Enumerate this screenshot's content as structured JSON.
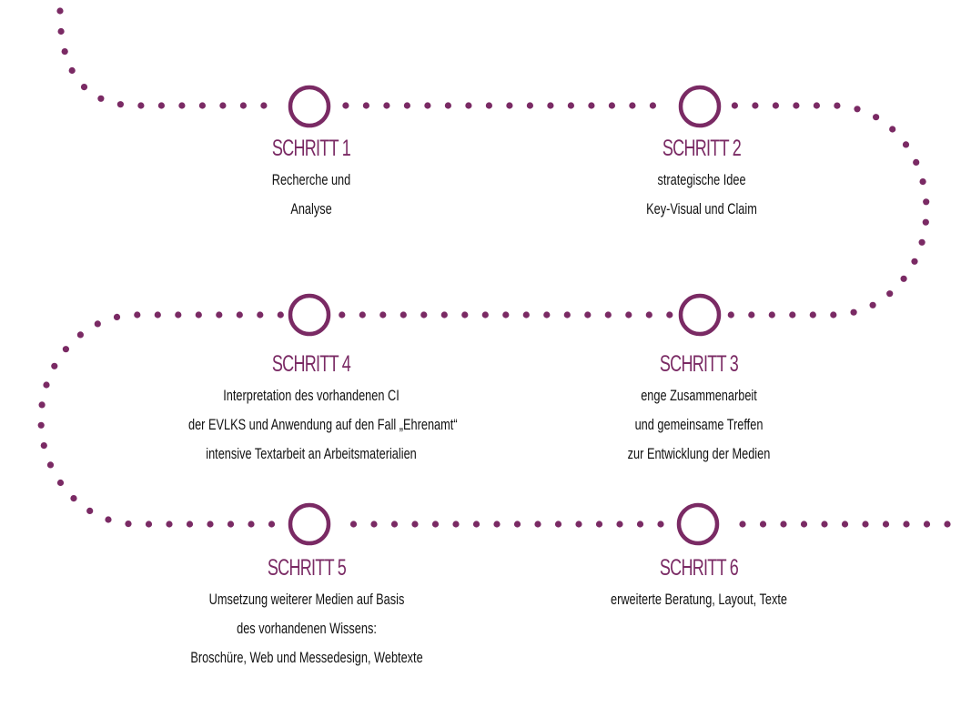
{
  "colors": {
    "accent": "#7a2a64",
    "text": "#111111"
  },
  "steps": [
    {
      "title": "SCHRITT 1",
      "lines": [
        "Recherche und",
        "Analyse"
      ]
    },
    {
      "title": "SCHRITT 2",
      "lines": [
        "strategische Idee",
        "Key-Visual und Claim"
      ]
    },
    {
      "title": "SCHRITT 3",
      "lines": [
        "enge Zusammenarbeit",
        "und gemeinsame Treffen",
        "zur Entwicklung der Medien"
      ]
    },
    {
      "title": "SCHRITT 4",
      "lines": [
        "Interpretation des vorhandenen CI",
        "der EVLKS und Anwendung auf den Fall „Ehrenamt“",
        "intensive Textarbeit an Arbeitsmaterialien"
      ]
    },
    {
      "title": "SCHRITT 5",
      "lines": [
        "Umsetzung weiterer Medien auf Basis",
        "des vorhandenen Wissens:",
        "Broschüre, Web und Messedesign, Webtexte"
      ]
    },
    {
      "title": "SCHRITT 6",
      "lines": [
        "erweiterte Beratung, Layout, Texte"
      ]
    }
  ]
}
